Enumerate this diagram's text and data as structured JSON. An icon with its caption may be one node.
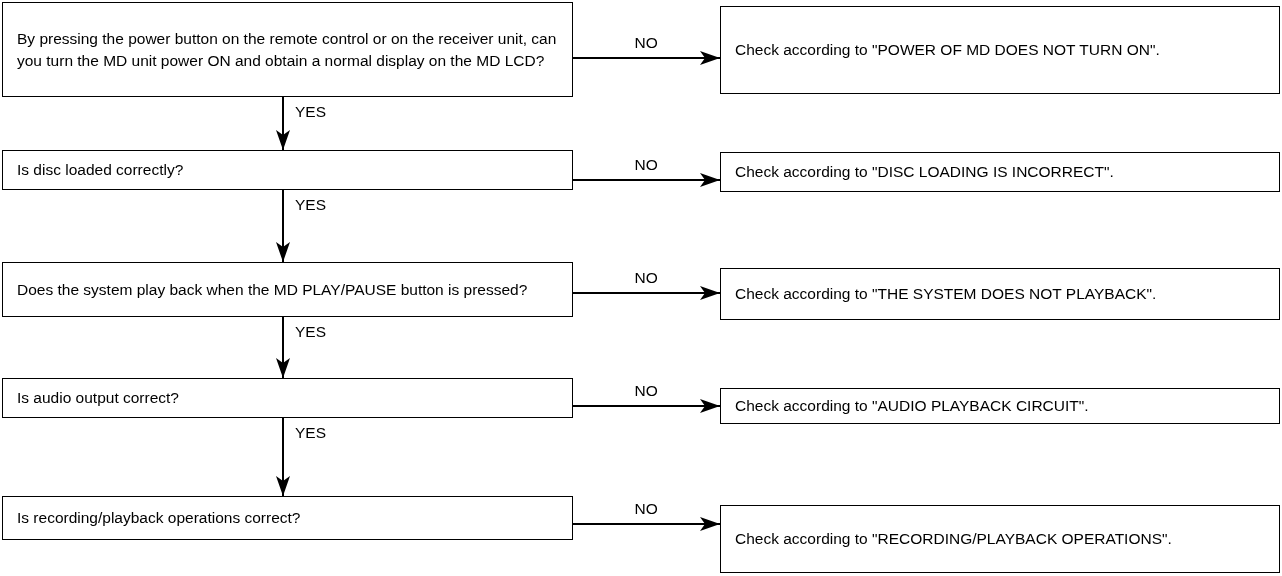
{
  "diagram": {
    "nodes": [
      {
        "text": [
          "By pressing the power button on the remote control or on the receiver unit, can you turn the MD unit power ON and obtain a normal display on the MD LCD?"
        ]
      },
      {
        "text": [
          "Check according to \"POWER OF MD DOES NOT TURN ON\"."
        ]
      },
      {
        "text": [
          "Is disc loaded correctly?"
        ]
      },
      {
        "text": [
          "Check according to \"DISC LOADING IS INCORRECT\"."
        ]
      },
      {
        "text": [
          "Does the system play back when the MD PLAY/PAUSE button is pressed?"
        ]
      },
      {
        "text": [
          "Check according to \"THE SYSTEM DOES NOT PLAYBACK\"."
        ]
      },
      {
        "text": [
          "Is audio output correct?"
        ]
      },
      {
        "text": [
          "Check according to \"AUDIO PLAYBACK CIRCUIT\"."
        ]
      },
      {
        "text": [
          "Is recording/playback operations correct?"
        ]
      },
      {
        "text": [
          "Check according to \"RECORDING/PLAYBACK OPERATIONS\"."
        ]
      }
    ],
    "edges": [
      {
        "from": 0,
        "to": 1,
        "arrow": "to",
        "label": "NO"
      },
      {
        "from": 0,
        "to": 2,
        "arrow": "to",
        "label": "YES"
      },
      {
        "from": 2,
        "to": 3,
        "arrow": "to",
        "label": "NO"
      },
      {
        "from": 2,
        "to": 4,
        "arrow": "to",
        "label": "YES"
      },
      {
        "from": 4,
        "to": 5,
        "arrow": "to",
        "label": "NO"
      },
      {
        "from": 4,
        "to": 6,
        "arrow": "to",
        "label": "YES"
      },
      {
        "from": 6,
        "to": 7,
        "arrow": "to",
        "label": "NO"
      },
      {
        "from": 6,
        "to": 8,
        "arrow": "to",
        "label": "YES"
      },
      {
        "from": 8,
        "to": 9,
        "arrow": "to",
        "label": "NO"
      }
    ]
  }
}
